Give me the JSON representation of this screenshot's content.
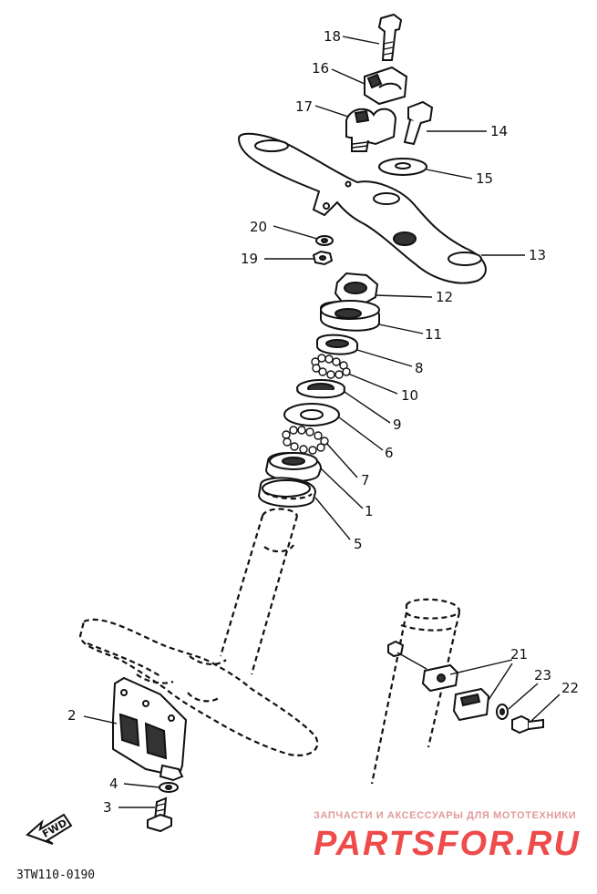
{
  "diagram_code": "3TW110-0190",
  "fwd_label": "FWD",
  "watermark": {
    "tagline": "ЗАПЧАСТИ И АКСЕССУАРЫ ДЛЯ МОТОТЕХНИКИ",
    "brand": "PARTSFOR.RU"
  },
  "callouts": {
    "c1": "1",
    "c2": "2",
    "c3": "3",
    "c4": "4",
    "c5": "5",
    "c6": "6",
    "c7": "7",
    "c8": "8",
    "c9": "9",
    "c10": "10",
    "c11": "11",
    "c12": "12",
    "c13": "13",
    "c14": "14",
    "c15": "15",
    "c16": "16",
    "c17": "17",
    "c18": "18",
    "c19": "19",
    "c20": "20",
    "c21": "21",
    "c22": "22",
    "c23": "23"
  }
}
